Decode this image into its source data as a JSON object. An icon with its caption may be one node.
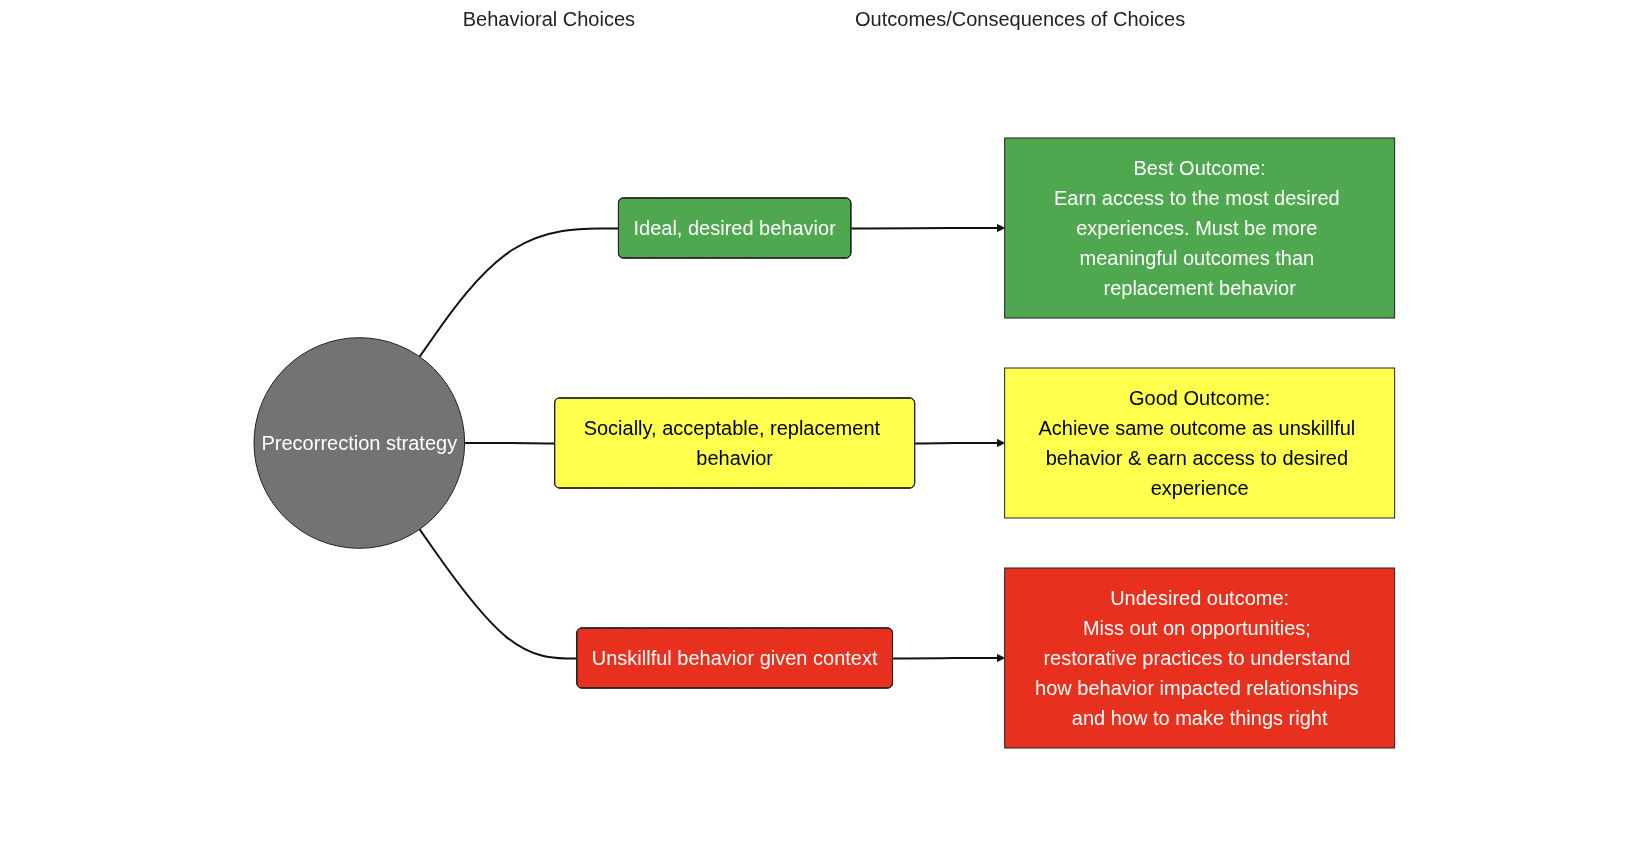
{
  "diagram": {
    "nodes": [
      {
        "text": [
          "Precorrection strategy"
        ]
      },
      {
        "text": [
          "Ideal, desired behavior"
        ]
      },
      {
        "text": [
          "Socially, acceptable, replacement behavior"
        ]
      },
      {
        "text": [
          "Unskillful behavior given context"
        ]
      },
      {
        "text": [
          "Best Outcome:",
          "Earn access to the most desired experiences. Must be more meaningful outcomes than replacement behavior"
        ]
      },
      {
        "text": [
          "Good Outcome:",
          "Achieve same outcome as unskillful behavior & earn access to desired experience"
        ]
      },
      {
        "text": [
          "Undesired outcome:",
          "Miss out on opportunities; restorative practices to understand how behavior impacted relationships and how to make things right"
        ]
      }
    ],
    "edges": [
      {
        "from": 0,
        "to": 1,
        "arrow": "none"
      },
      {
        "from": 0,
        "to": 2,
        "arrow": "none"
      },
      {
        "from": 0,
        "to": 3,
        "arrow": "none"
      },
      {
        "from": 1,
        "to": 4,
        "arrow": "to"
      },
      {
        "from": 2,
        "to": 5,
        "arrow": "to"
      },
      {
        "from": 3,
        "to": 6,
        "arrow": "to"
      }
    ],
    "labels": [
      "Behavioral Choices",
      "Outcomes/Consequences of Choices"
    ]
  }
}
